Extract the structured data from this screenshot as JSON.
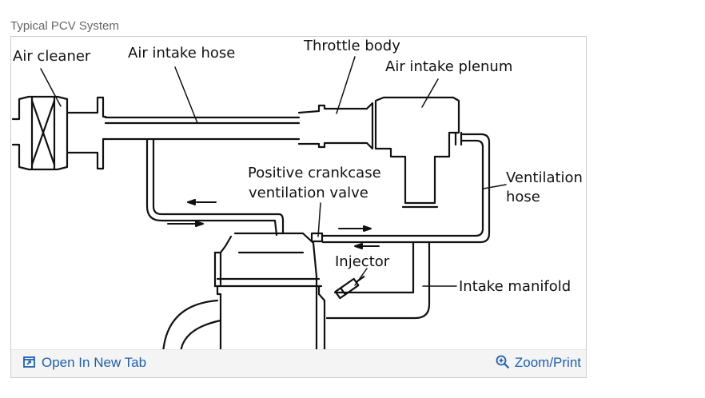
{
  "caption": "Typical PCV System",
  "diagram": {
    "labels": {
      "air_cleaner": "Air cleaner",
      "air_intake_hose": "Air intake hose",
      "throttle_body": "Throttle body",
      "air_intake_plenum": "Air intake plenum",
      "pcv_valve_line1": "Positive crankcase",
      "pcv_valve_line2": "ventilation valve",
      "ventilation_hose_line1": "Ventilation",
      "ventilation_hose_line2": "hose",
      "injector": "Injector",
      "intake_manifold": "Intake manifold"
    }
  },
  "toolbar": {
    "open_label": "Open In New Tab",
    "open_icon": "open-in-new-tab-icon",
    "zoom_label": "Zoom/Print",
    "zoom_icon": "magnifier-plus-icon",
    "link_color": "#1f5faa"
  }
}
